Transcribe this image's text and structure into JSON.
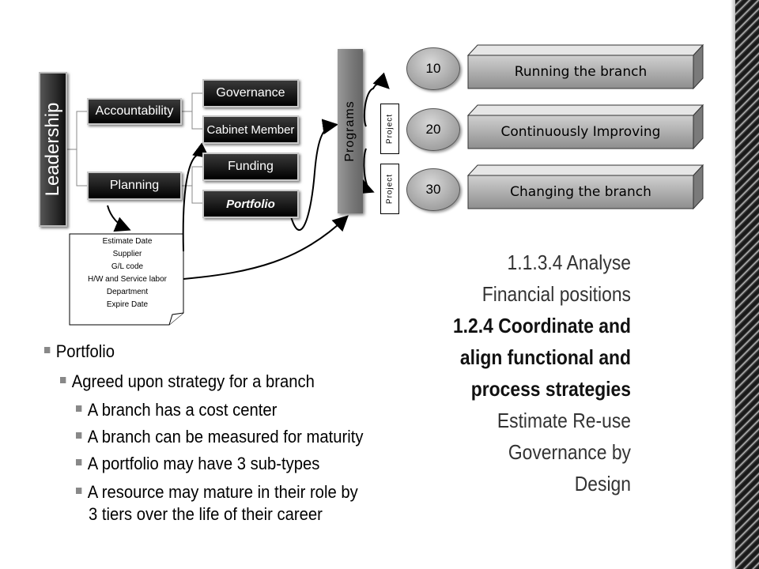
{
  "diagram": {
    "leadership": "Leadership",
    "accountability": "Accountability",
    "planning": "Planning",
    "governance": "Governance",
    "cabinet_member": "Cabinet Member",
    "funding": "Funding",
    "portfolio": "Portfolio",
    "programs": "Programs",
    "project_1": "Project",
    "project_2": "Project",
    "circles": [
      "10",
      "20",
      "30"
    ],
    "slabs": [
      "Running the branch",
      "Continuously Improving",
      "Changing the branch"
    ],
    "note_lines": [
      "Estimate  Date",
      "Supplier",
      "G/L code",
      "H/W and Service labor",
      "Department",
      "Expire Date"
    ]
  },
  "bullets": {
    "l1": "Portfolio",
    "l2": "Agreed upon strategy for a branch",
    "l3a": "A branch has a cost center",
    "l3b": "A branch can be measured for maturity",
    "l3c": "A portfolio may have 3 sub-types",
    "l3d_line1": "A resource may mature in their role by",
    "l3d_line2": "3 tiers over the life of their career"
  },
  "right_text": {
    "line1": "1.1.3.4 Analyse",
    "line2": "Financial positions",
    "line3": "1.2.4 Coordinate and",
    "line4": "align functional and",
    "line5": "process strategies",
    "line6": "Estimate Re-use",
    "line7": "Governance by",
    "line8": "Design"
  }
}
